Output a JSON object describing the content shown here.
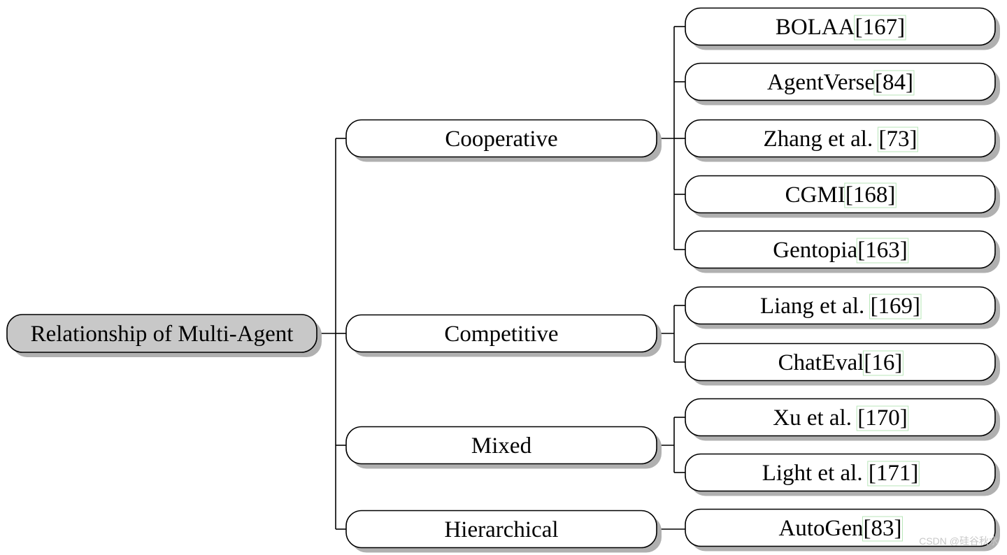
{
  "root": {
    "label": "Relationship of Multi-Agent"
  },
  "categories": [
    {
      "label": "Cooperative",
      "children": [
        {
          "name": "BOLAA",
          "sep": "",
          "cite": "[167]"
        },
        {
          "name": "AgentVerse",
          "sep": "",
          "cite": "[84]"
        },
        {
          "name": "Zhang et al.",
          "sep": " ",
          "cite": "[73]"
        },
        {
          "name": "CGMI",
          "sep": "",
          "cite": "[168]"
        },
        {
          "name": "Gentopia",
          "sep": "",
          "cite": "[163]"
        }
      ]
    },
    {
      "label": "Competitive",
      "children": [
        {
          "name": "Liang et al.",
          "sep": " ",
          "cite": "[169]"
        },
        {
          "name": "ChatEval",
          "sep": "",
          "cite": "[16]"
        }
      ]
    },
    {
      "label": "Mixed",
      "children": [
        {
          "name": "Xu et al.",
          "sep": " ",
          "cite": "[170]"
        },
        {
          "name": "Light et al.",
          "sep": " ",
          "cite": "[171]"
        }
      ]
    },
    {
      "label": "Hierarchical",
      "children": [
        {
          "name": "AutoGen",
          "sep": "",
          "cite": "[83]"
        }
      ]
    }
  ],
  "colors": {
    "root_fill": "#c8c8c8",
    "node_fill": "#ffffff",
    "shadow": "#b0b0b0",
    "line": "#000000",
    "cite_box": "#b8e6b8"
  },
  "watermark": "CSDN @硅谷秋水"
}
